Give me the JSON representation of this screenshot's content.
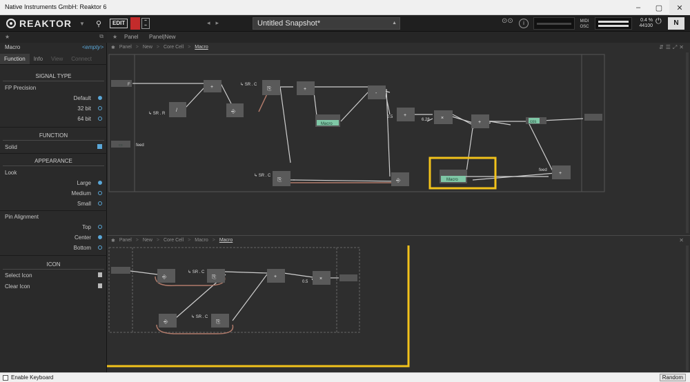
{
  "window": {
    "title": "Native Instruments GmbH: Reaktor 6"
  },
  "toolbar": {
    "logo": "REAKTOR",
    "edit_label": "EDIT",
    "snapshot": "Untitled Snapshot*",
    "midi": [
      "MIDI",
      "OSC"
    ],
    "cpu": "0.4 %",
    "rate": "44100",
    "ni": "N"
  },
  "sidebar": {
    "name": "Macro",
    "empty": "<empty>",
    "tabs": [
      "Function",
      "Info",
      "View",
      "Connect"
    ],
    "signal_type": "SIGNAL TYPE",
    "fp_precision": "FP Precision",
    "fp_opts": [
      "Default",
      "32 bit",
      "64 bit"
    ],
    "function": "FUNCTION",
    "solid": "Solid",
    "appearance": "APPEARANCE",
    "look": "Look",
    "look_opts": [
      "Large",
      "Medium",
      "Small"
    ],
    "pin_alignment": "Pin Alignment",
    "pin_opts": [
      "Top",
      "Center",
      "Bottom"
    ],
    "icon": "ICON",
    "select_icon": "Select Icon",
    "clear_icon": "Clear Icon"
  },
  "panelbar": {
    "tab1": "Panel",
    "tab2": "Panel|New"
  },
  "top_view": {
    "crumbs": [
      "Panel",
      "New",
      "Core Cell",
      "Macro"
    ]
  },
  "bottom_view": {
    "crumbs": [
      "Panel",
      "New",
      "Core Cell",
      "Macro",
      "Macro"
    ]
  },
  "labels": {
    "F": "F",
    "one": "1",
    "sr_r": "↳ SR . R",
    "div": "/",
    "sr_c": "↳ SR . C",
    "plus": "+",
    "minus": "-",
    "times": "×",
    "macro": "Macro",
    "half": "0.5",
    "tau": "6.28",
    "cos": "cos",
    "feed": "feed"
  },
  "status": {
    "enable_keyboard": "Enable Keyboard",
    "random": "Random"
  },
  "colors": {
    "accent": "#5aa7d8",
    "highlight": "#f2c21b",
    "macro": "#7fc7a6"
  }
}
